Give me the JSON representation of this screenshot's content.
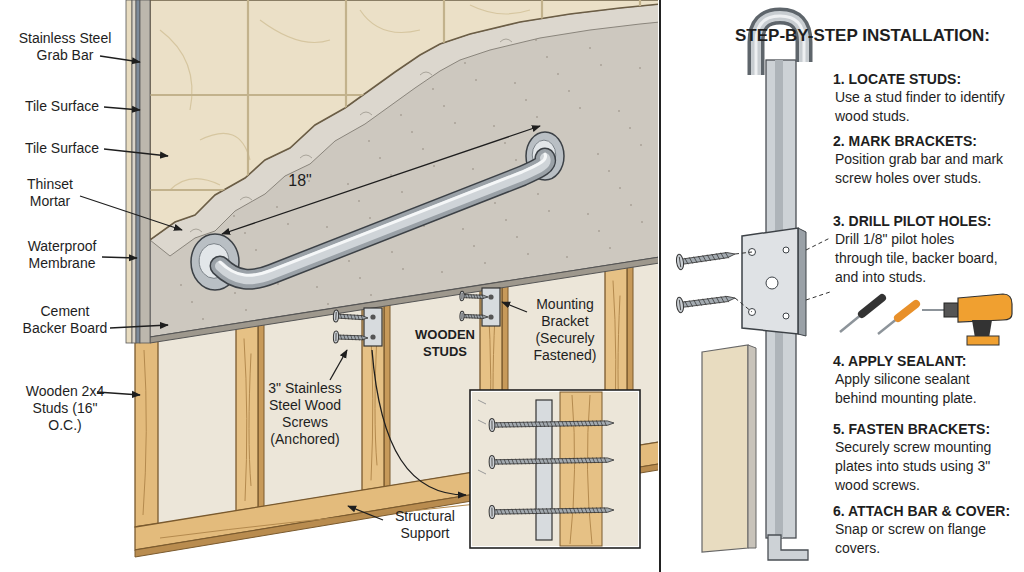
{
  "diagram": {
    "title": "STEP-BY-STEP INSTALLATION:",
    "labels": [
      "Stainless Steel Grab Bar",
      "Tile Surface",
      "Tile Surface",
      "Thinset Mortar",
      "Waterproof Membrane",
      "Cement Backer Board",
      "Wooden 2x4 Studs (16\" O.C.)",
      "18\"",
      "3\" Stainless Steel Wood Screws (Anchored)",
      "WOODEN STUDS",
      "Mounting Bracket (Securely Fastened)",
      "Structural Support",
      "1. LOCATE STUDS:",
      "Use a stud finder to identify wood studs.",
      "2. MARK BRACKETS:",
      "Position grab bar and mark screw holes over studs.",
      "3. DRILL PILOT HOLES:",
      "Drill 1/8\" pilot holes through tile, backer board, and into studs.",
      "4. APPLY SEALANT:",
      "Apply silicone sealant behind mounting plate.",
      "5. FASTEN BRACKETS:",
      "Securely screw mounting plates into studs using 3\" wood screws.",
      "6. ATTACH BAR & COVER:",
      "Snap or screw on flange covers."
    ]
  }
}
